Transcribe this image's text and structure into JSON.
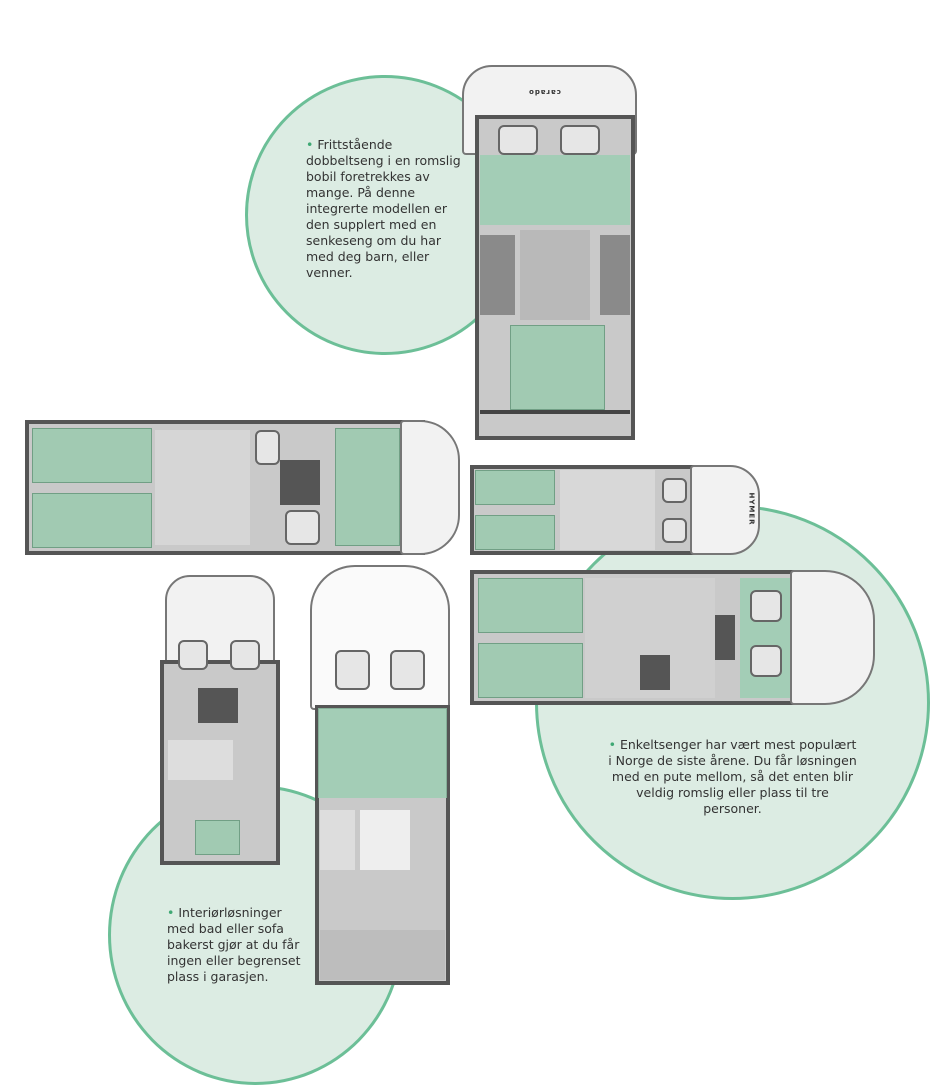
{
  "callouts": [
    {
      "bullet": "•",
      "text": "Frittstående dobbeltseng i en romslig bobil foretrekkes av mange. På denne integrerte modellen er den supplert med en senkeseng om du har med deg barn, eller venner."
    },
    {
      "bullet": "•",
      "text": "Enkeltsenger har vært mest populært i Norge de siste årene. Du får løsningen med en pute mellom, så det enten blir veldig romslig eller plass til tre personer."
    },
    {
      "bullet": "•",
      "text": "Interiørløsninger med bad eller sofa bakerst gjør at du får ingen eller begrenset plass i garasjen."
    }
  ],
  "logos": {
    "top_van": "carado",
    "right_van": "HYMER"
  },
  "colors": {
    "circle_fill": "#dcece3",
    "circle_border": "#6cbf97",
    "bed": "#9ecbb1"
  }
}
